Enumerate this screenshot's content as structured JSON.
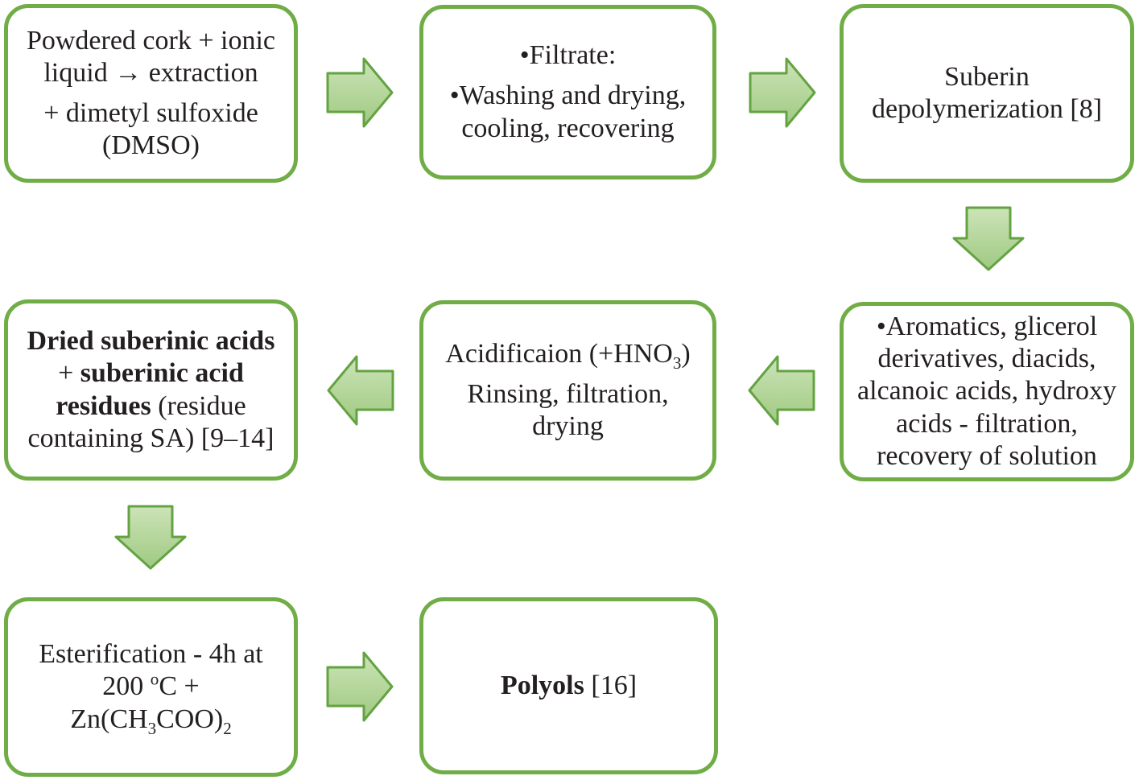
{
  "diagram_title": "Cork suberin processing flowchart",
  "colors": {
    "background": "#ffffff",
    "box_border": "#70ad47",
    "arrow_border": "#63a341",
    "arrow_fill_top": "#cce4b8",
    "arrow_fill_bottom": "#9fc981",
    "text": "#231f20"
  },
  "boxes": {
    "cork_extraction": {
      "p1": "Powdered cork + ionic liquid → extraction",
      "p2": "+ dimetyl sulfoxide (DMSO)"
    },
    "filtrate": {
      "p1": "•Filtrate:",
      "p2": "•Washing and drying, cooling, recovering"
    },
    "suberin_depolymerization": {
      "p1": "Suberin depolymerization [8]"
    },
    "aromatics": {
      "p1": "•Aromatics, glicerol derivatives, diacids, alcanoic acids, hydroxy acids - filtration, recovery of solution"
    },
    "acidification": {
      "p1_pre": "Acidificaion (+HNO",
      "p1_sub": "3",
      "p1_post": ")",
      "p2": "Rinsing, filtration, drying"
    },
    "dried_suberinic_acids": {
      "bold1": "Dried suberinic acids",
      "plain1": " + ",
      "bold2": "suberinic acid residues",
      "plain2": " (residue containing SA) [9–14]"
    },
    "esterification": {
      "line1": "Esterification - 4h at",
      "l2_s1": "200 ",
      "l2_sup": "o",
      "l2_s2": "C + Zn(CH",
      "l2_sub1": "3",
      "l2_s3": "COO)",
      "l2_sub2": "2"
    },
    "polyols": {
      "bold1": "Polyols",
      "plain1": " [16]"
    }
  }
}
